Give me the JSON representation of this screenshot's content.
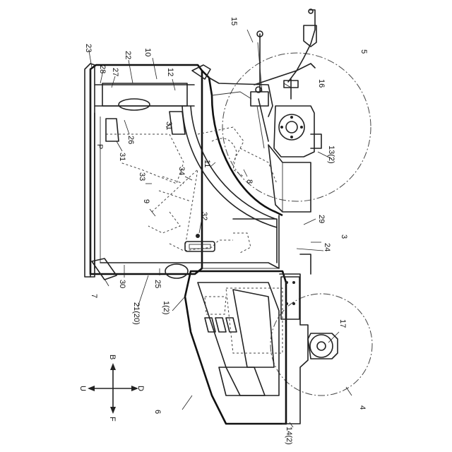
{
  "figure": {
    "labels": [
      {
        "id": "l23",
        "text": "23"
      },
      {
        "id": "l28",
        "text": "28"
      },
      {
        "id": "l27",
        "text": "27"
      },
      {
        "id": "l22",
        "text": "22"
      },
      {
        "id": "l10",
        "text": "10"
      },
      {
        "id": "l12",
        "text": "12"
      },
      {
        "id": "l15",
        "text": "15"
      },
      {
        "id": "l5",
        "text": "5"
      },
      {
        "id": "l16",
        "text": "16"
      },
      {
        "id": "l26",
        "text": "26"
      },
      {
        "id": "l31a",
        "text": "31"
      },
      {
        "id": "l31b",
        "text": "31"
      },
      {
        "id": "lP",
        "text": "P"
      },
      {
        "id": "l33",
        "text": "33"
      },
      {
        "id": "l34",
        "text": "34"
      },
      {
        "id": "l11",
        "text": "11"
      },
      {
        "id": "l8",
        "text": "8"
      },
      {
        "id": "l13",
        "text": "13(2)"
      },
      {
        "id": "l9",
        "text": "9"
      },
      {
        "id": "l32",
        "text": "32"
      },
      {
        "id": "l29",
        "text": "29"
      },
      {
        "id": "l3",
        "text": "3"
      },
      {
        "id": "l24",
        "text": "24"
      },
      {
        "id": "l30",
        "text": "30"
      },
      {
        "id": "l25",
        "text": "25"
      },
      {
        "id": "l7",
        "text": "7"
      },
      {
        "id": "l2120",
        "text": "21(20)"
      },
      {
        "id": "l12b",
        "text": "1(2)"
      },
      {
        "id": "l17",
        "text": "17"
      },
      {
        "id": "l6",
        "text": "6"
      },
      {
        "id": "l4",
        "text": "4"
      },
      {
        "id": "l14",
        "text": "14(2)"
      }
    ],
    "compass": {
      "up": "B",
      "down": "F",
      "left": "U",
      "right": "D"
    }
  }
}
